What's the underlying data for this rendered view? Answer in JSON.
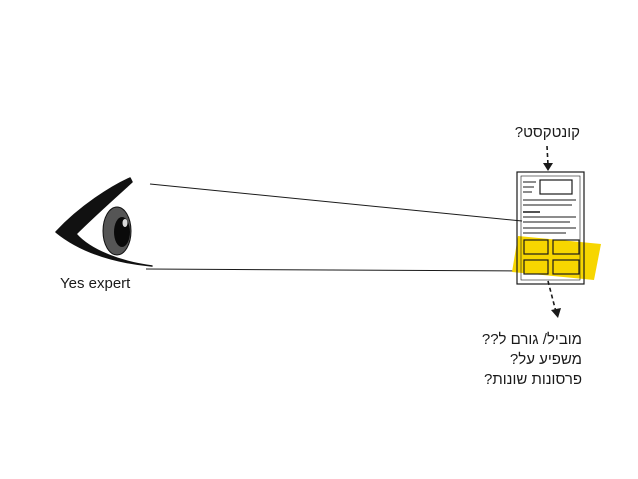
{
  "labels": {
    "context": "קונטקסט?",
    "expert": "Yes expert",
    "questions": [
      "מוביל/ גורם ל??",
      "משפיע על?",
      "פרסונות שונות?"
    ]
  },
  "icons": {
    "eye": "eye-icon",
    "document": "wireframe-document-icon"
  },
  "colors": {
    "highlight": "#f7d600",
    "ink": "#1a1a1a",
    "iris": "#555555"
  }
}
